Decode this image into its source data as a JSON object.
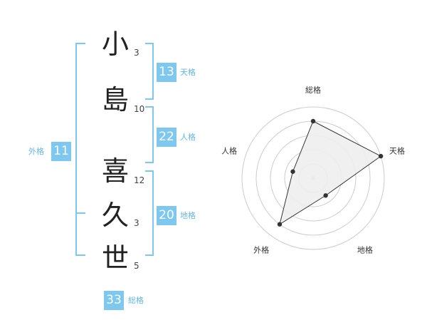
{
  "name": {
    "chars": [
      {
        "char": "小",
        "strokes": "3"
      },
      {
        "char": "島",
        "strokes": "10"
      },
      {
        "char": "喜",
        "strokes": "12"
      },
      {
        "char": "久",
        "strokes": "3"
      },
      {
        "char": "世",
        "strokes": "5"
      }
    ]
  },
  "fortunes": {
    "tenkaku": {
      "label": "天格",
      "value": "13"
    },
    "jinkaku": {
      "label": "人格",
      "value": "22"
    },
    "chikaku": {
      "label": "地格",
      "value": "20"
    },
    "gaikaku": {
      "label": "外格",
      "value": "11"
    },
    "soukaku": {
      "label": "総格",
      "value": "33"
    }
  },
  "colors": {
    "accent": "#7ec8f0",
    "accent_text": "#66b6e3",
    "chart_fill": "#eeeeee"
  },
  "chart_data": {
    "type": "radar",
    "axes": [
      "総格",
      "天格",
      "地格",
      "外格",
      "人格"
    ],
    "levels": 5,
    "values": [
      4,
      5,
      1.5,
      4,
      1.5
    ],
    "max": 5
  }
}
